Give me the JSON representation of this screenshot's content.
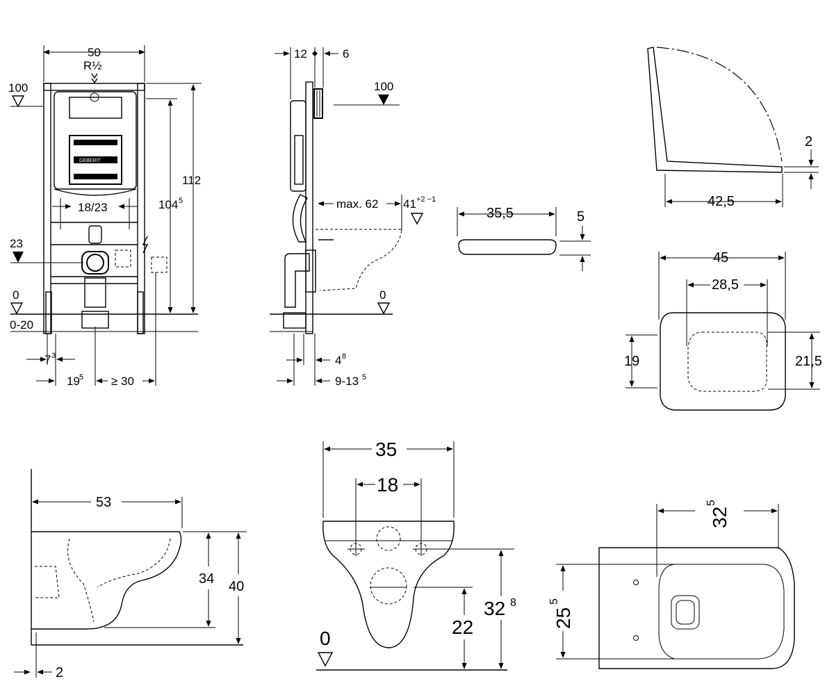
{
  "frame": {
    "width": "50",
    "pipe": "R½",
    "level_top": "100",
    "level_23": "23",
    "level_0": "0",
    "range": "0-20",
    "flush_spacing": "18/23",
    "height_total": "112",
    "height_frame": "104",
    "height_frame_sup": "5",
    "dim_7": "7",
    "dim_7_sup": "3",
    "dim_19": "19",
    "dim_19_sup": "5",
    "min_30": "≥ 30"
  },
  "side": {
    "dim_12": "12",
    "dim_6": "6",
    "level_100": "100",
    "max_62": "max. 62",
    "dim_41": "41",
    "dim_41_tol": "+2 −1",
    "level_0": "0",
    "dim_4": "4",
    "dim_4_sup": "8",
    "range_9": "9-13",
    "range_9_sup": "5"
  },
  "seat_side": {
    "width": "35,5",
    "thickness": "5"
  },
  "lid": {
    "gap": "2",
    "depth": "42,5"
  },
  "seat_top": {
    "outer": "45",
    "inner": "28,5",
    "left_dim": "19",
    "right_dim": "21,5"
  },
  "bowl_side": {
    "length": "53",
    "h34": "34",
    "h40": "40",
    "gap": "2"
  },
  "bowl_front": {
    "width": "35",
    "bolts": "18",
    "level_0": "0",
    "h22": "22",
    "h32": "32",
    "h32_sup": "8"
  },
  "bowl_top": {
    "width": "32",
    "width_sup": "5",
    "depth": "25",
    "depth_sup": "5"
  }
}
